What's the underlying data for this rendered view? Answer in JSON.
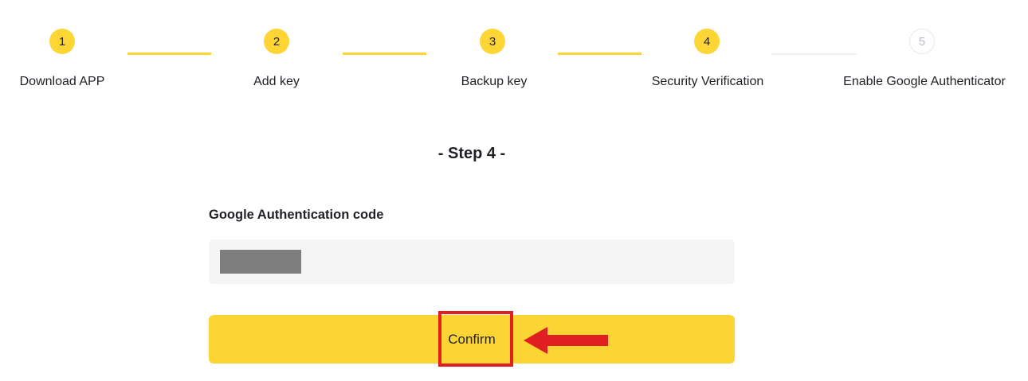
{
  "colors": {
    "accent_yellow": "#FCD535",
    "step_circle_yellow": "#FDD535",
    "connector_inactive": "#EEF0F2",
    "inactive_circle_border": "#E6E8EA",
    "inactive_number_gray": "#B7BDC6",
    "text_dark": "#1E2026",
    "input_background": "#F5F5F5",
    "redacted_block_gray": "#7E7E7E",
    "annotation_red": "#E02020"
  },
  "stepper": {
    "steps": [
      {
        "number": "1",
        "label": "Download APP",
        "state": "done"
      },
      {
        "number": "2",
        "label": "Add key",
        "state": "done"
      },
      {
        "number": "3",
        "label": "Backup key",
        "state": "done"
      },
      {
        "number": "4",
        "label": "Security Verification",
        "state": "active"
      },
      {
        "number": "5",
        "label": "Enable Google Authenticator",
        "state": "upcoming"
      }
    ]
  },
  "content": {
    "step_heading": "- Step 4 -",
    "form": {
      "field_label": "Google Authentication code",
      "input_value_state": "redacted",
      "confirm_label": "Confirm"
    }
  }
}
